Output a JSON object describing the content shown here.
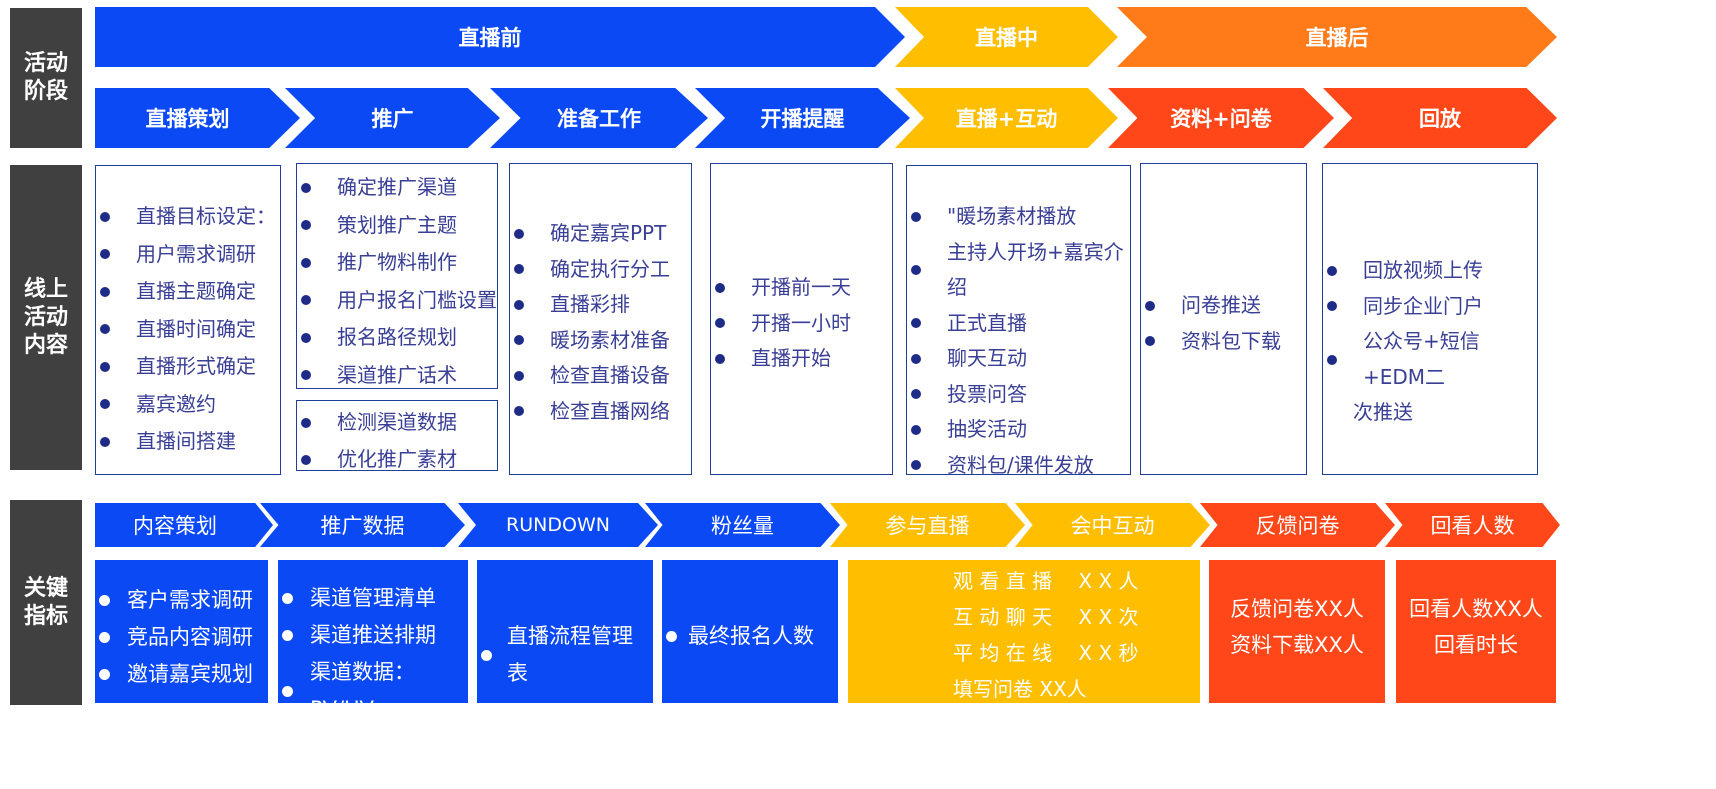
{
  "colors": {
    "blue": "#0b49f5",
    "yellow": "#ffbe00",
    "orange": "#ff7a18",
    "red": "#ff4719",
    "sidebar": "#404040",
    "box_border": "#1f3f99"
  },
  "sidebar": {
    "stage": "活动\n阶段",
    "content": "线上\n活动\n内容",
    "metrics": "关键\n指标"
  },
  "phases": [
    "直播前",
    "直播中",
    "直播后"
  ],
  "steps": [
    "直播策划",
    "推广",
    "准备工作",
    "开播提醒",
    "直播+互动",
    "资料+问卷",
    "回放"
  ],
  "content": {
    "plan": [
      "直播目标设定：",
      "用户需求调研",
      "直播主题确定",
      "直播时间确定",
      "直播形式确定",
      "嘉宾邀约",
      "直播间搭建"
    ],
    "promo_a": [
      "确定推广渠道",
      "策划推广主题",
      "推广物料制作",
      "用户报名门槛设置",
      "报名路径规划",
      "渠道推广话术"
    ],
    "promo_b": [
      "检测渠道数据",
      "优化推广素材"
    ],
    "prep": [
      "确定嘉宾PPT",
      "确定执行分工",
      "直播彩排",
      "暖场素材准备",
      "检查直播设备",
      "检查直播网络"
    ],
    "remind": [
      "开播前一天",
      "开播一小时",
      "直播开始"
    ],
    "live": [
      "\"暖场素材播放",
      "主持人开场+嘉宾介绍",
      "正式直播",
      "聊天互动",
      "投票问答",
      "抽奖活动",
      "资料包/课件发放"
    ],
    "survey": [
      "问卷推送",
      "资料包下载"
    ],
    "replay": [
      "回放视频上传",
      "同步企业门户",
      "公众号+短信+EDM二",
      "次推送"
    ]
  },
  "metric_headers": [
    "内容策划",
    "推广数据",
    "RUNDOWN",
    "粉丝量",
    "参与直播",
    "会中互动",
    "反馈问卷",
    "回看人数"
  ],
  "metrics": {
    "content": [
      "客户需求调研",
      "竞品内容调研",
      "邀请嘉宾规划"
    ],
    "promo": [
      "渠道管理清单",
      "渠道推送排期",
      "渠道数据：PV/UV"
    ],
    "rundown": [
      "直播流程管理表"
    ],
    "fans": [
      "最终报名人数"
    ],
    "live": [
      "观 看 直 播　 X X 人",
      "互 动 聊 天　 X X 次",
      "平 均 在 线　 X X 秒",
      "填写问卷 XX人"
    ],
    "feedback": [
      "反馈问卷XX人",
      "资料下载XX人"
    ],
    "replay": [
      "回看人数XX人",
      "回看时长"
    ]
  }
}
